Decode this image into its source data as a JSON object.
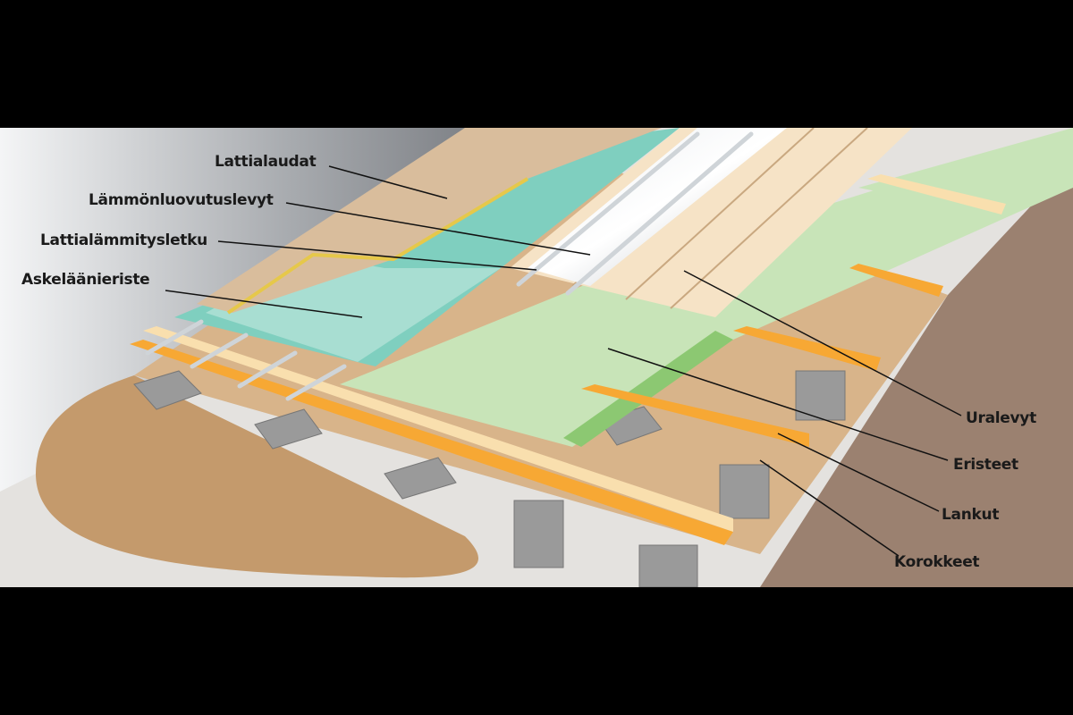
{
  "labels": {
    "lattialaudat": "Lattialaudat",
    "lammonluovutuslevyt": "Lämmönluovutuslevyt",
    "lattialammitysletku": "Lattialämmitysletku",
    "askelaanieriste": "Askeläänieriste",
    "uralevyt": "Uralevyt",
    "eristeet": "Eristeet",
    "lankut": "Lankut",
    "korokkeet": "Korokkeet"
  },
  "colors": {
    "floorboard": "#d9bd9c",
    "insulation_green": "#c8e4b8",
    "acoustic_teal": "#7fcfbf",
    "beam_orange": "#f7a834",
    "ground": "#c49a6c",
    "concrete": "#9a9a9a"
  }
}
